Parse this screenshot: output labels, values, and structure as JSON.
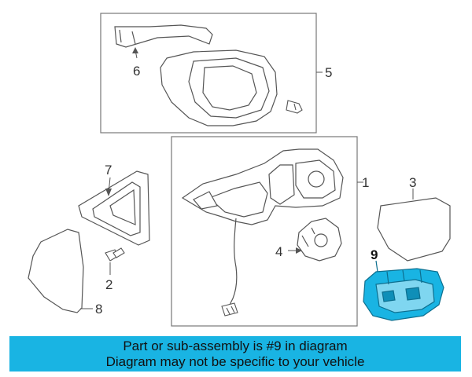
{
  "diagram": {
    "callouts": [
      {
        "id": "1",
        "label": "1"
      },
      {
        "id": "2",
        "label": "2"
      },
      {
        "id": "3",
        "label": "3"
      },
      {
        "id": "4",
        "label": "4"
      },
      {
        "id": "5",
        "label": "5"
      },
      {
        "id": "6",
        "label": "6"
      },
      {
        "id": "7",
        "label": "7"
      },
      {
        "id": "8",
        "label": "8"
      },
      {
        "id": "9",
        "label": "9"
      }
    ],
    "highlighted_part": "9",
    "highlight_color": "#19b4e3",
    "line_color": "#555555"
  },
  "banner": {
    "line1": "Part or sub-assembly is #9 in diagram",
    "line2": "Diagram may not be specific to your vehicle",
    "background": "#19b4e3"
  }
}
